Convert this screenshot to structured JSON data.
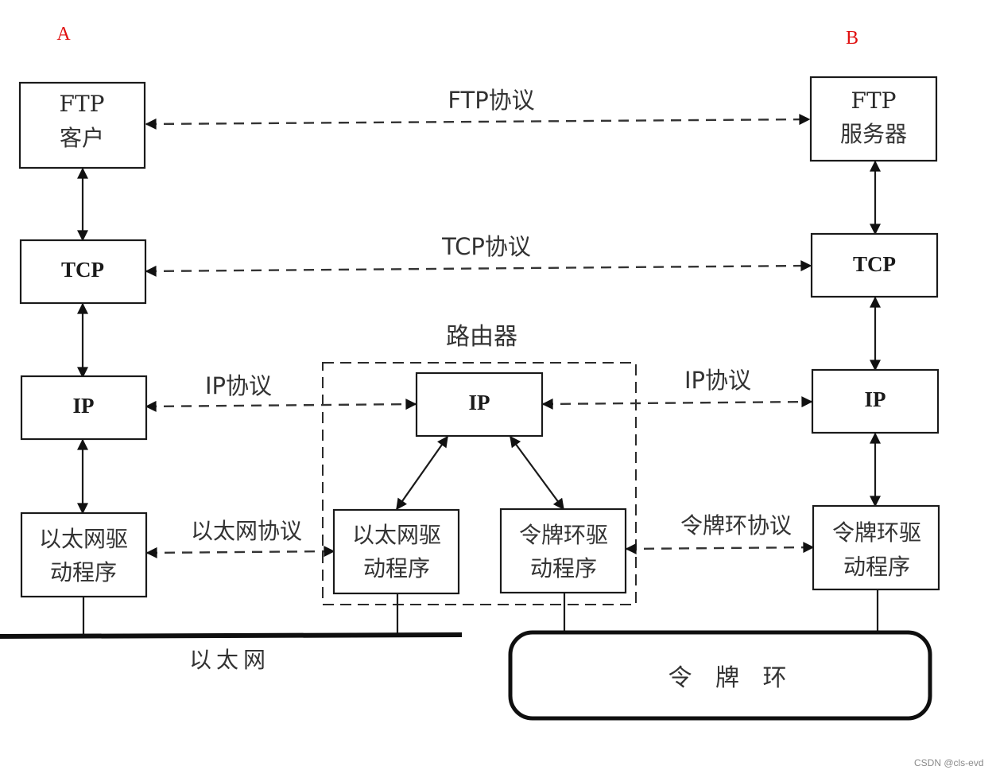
{
  "hosts": {
    "left": "A",
    "right": "B"
  },
  "left_stack": {
    "ftp": [
      "FTP",
      "客户"
    ],
    "tcp": "TCP",
    "ip": "IP",
    "eth_driver": [
      "以太网驱",
      "动程序"
    ]
  },
  "right_stack": {
    "ftp": [
      "FTP",
      "服务器"
    ],
    "tcp": "TCP",
    "ip": "IP",
    "tr_driver": [
      "令牌环驱",
      "动程序"
    ]
  },
  "router": {
    "title": "路由器",
    "ip": "IP",
    "eth_driver": [
      "以太网驱",
      "动程序"
    ],
    "tr_driver": [
      "令牌环驱",
      "动程序"
    ]
  },
  "protocols": {
    "ftp": "FTP协议",
    "tcp": "TCP协议",
    "ip_left": "IP协议",
    "ip_right": "IP协议",
    "ethernet": "以太网协议",
    "token_ring": "令牌环协议"
  },
  "networks": {
    "ethernet": "以太网",
    "token_ring": "令 牌 环"
  },
  "watermark": "CSDN @cls-evd",
  "colors": {
    "host_label": "#e01010",
    "line": "#1a1a1a"
  }
}
